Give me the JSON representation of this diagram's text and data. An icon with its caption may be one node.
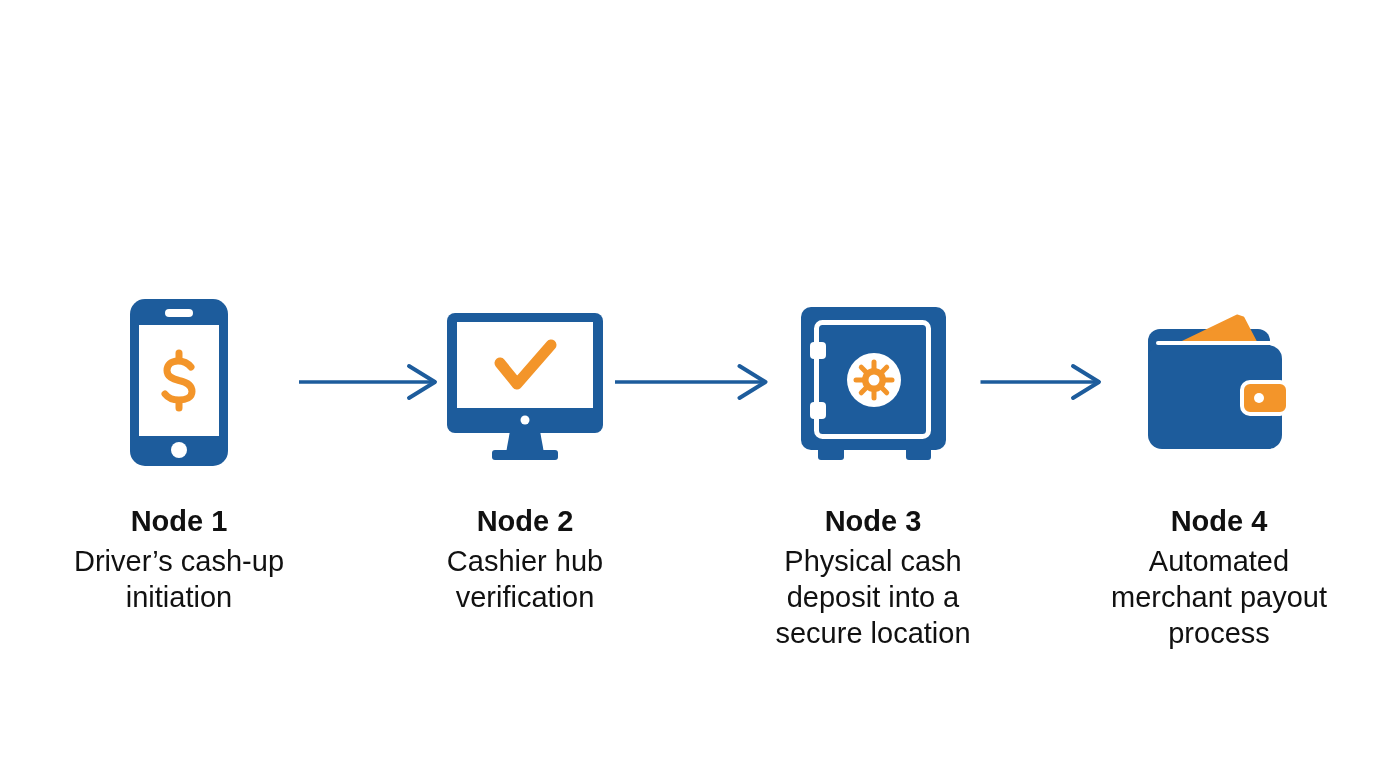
{
  "diagram": {
    "nodes": [
      {
        "text": [
          "Node 1",
          "Driver’s cash-up initiation"
        ]
      },
      {
        "text": [
          "Node 2",
          "Cashier hub verification"
        ]
      },
      {
        "text": [
          "Node 3",
          "Physical cash deposit into a secure location"
        ]
      },
      {
        "text": [
          "Node 4",
          "Automated merchant payout process"
        ]
      }
    ],
    "edges": [
      {
        "from": 0,
        "to": 1,
        "arrow": "to"
      },
      {
        "from": 1,
        "to": 2,
        "arrow": "to"
      },
      {
        "from": 2,
        "to": 3,
        "arrow": "to"
      }
    ]
  }
}
